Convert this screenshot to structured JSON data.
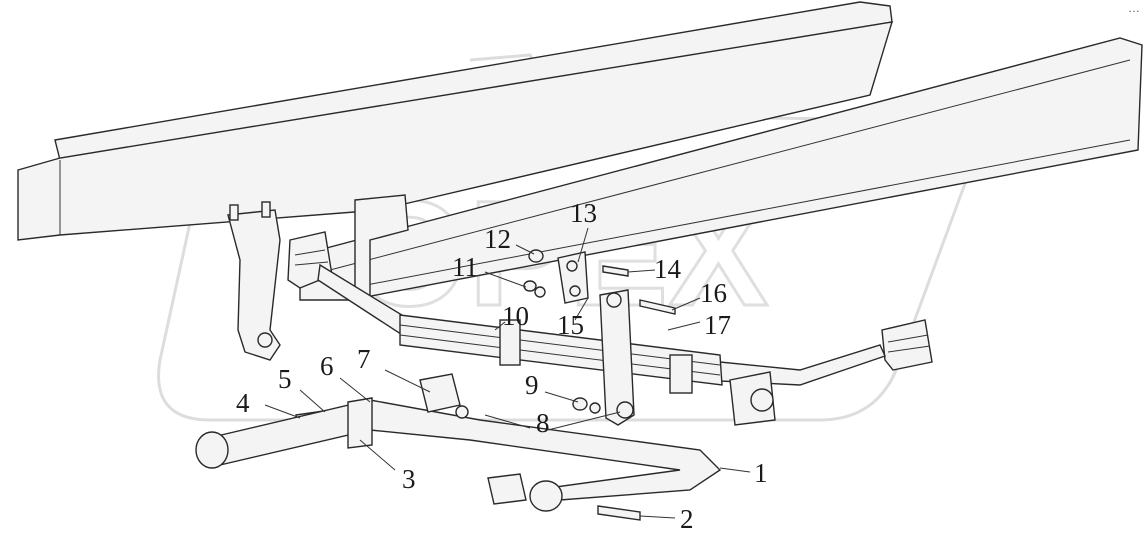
{
  "diagram": {
    "callouts": [
      "1",
      "2",
      "3",
      "4",
      "5",
      "6",
      "7",
      "8",
      "9",
      "10",
      "11",
      "12",
      "13",
      "14",
      "15",
      "16",
      "17"
    ],
    "watermark": "OPEX",
    "corner_mark": "…"
  }
}
